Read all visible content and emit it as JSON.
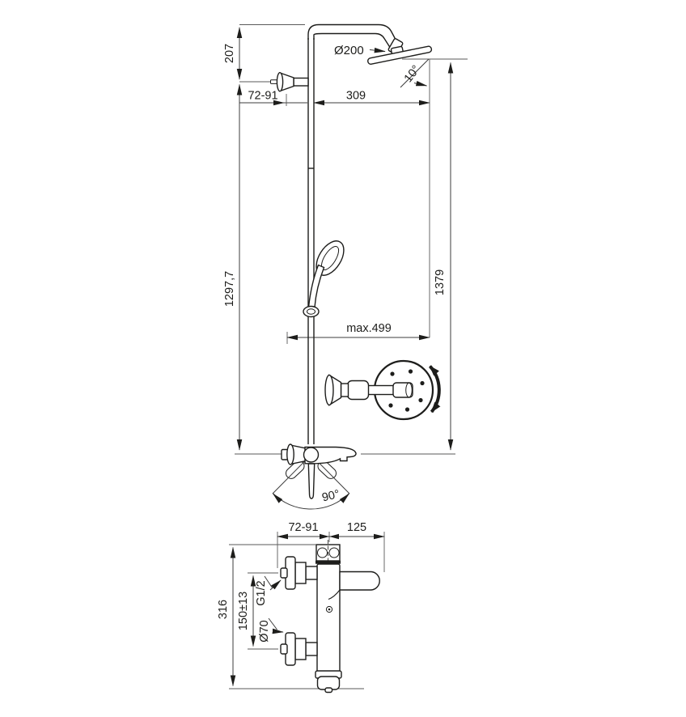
{
  "doc": {
    "kind": "technical dimension drawing",
    "product": "shower system with overhead shower, hand shower and bath mixer",
    "background": "#ffffff",
    "line_color": "#1d1d1b"
  },
  "front_view": {
    "dims": {
      "top_offset": "207",
      "wall_clearance": "72-91",
      "head_diameter": "Ø200",
      "head_tilt": "10°",
      "arm_projection": "309",
      "riser_height": "1297,7",
      "overall_height": "1379",
      "max_reach": "max.499",
      "spout_swivel": "90°"
    }
  },
  "side_view": {
    "dims": {
      "wall_clearance": "72-91",
      "spout_projection": "125",
      "body_height": "316",
      "inlet_spacing": "150±13",
      "thread": "G1/2",
      "rosette_diameter": "Ø70"
    }
  }
}
